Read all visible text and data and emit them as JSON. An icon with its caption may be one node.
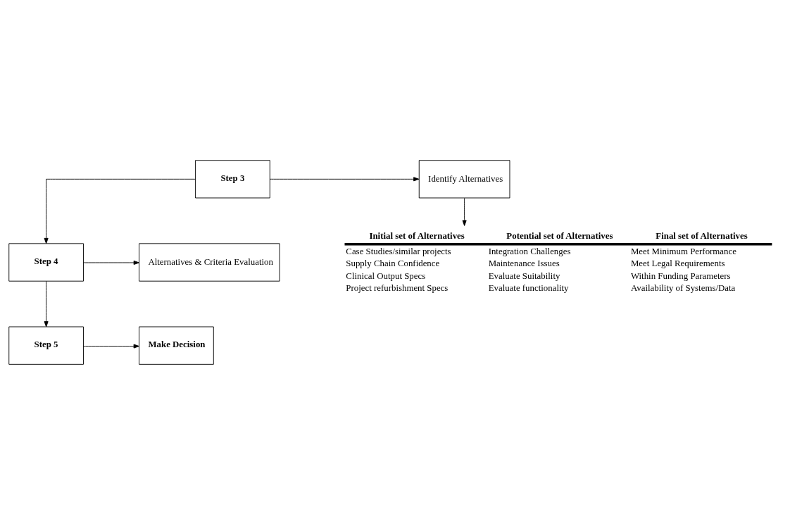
{
  "diagram": {
    "nodes": [
      {
        "text": [
          "Step 3"
        ]
      },
      {
        "text": [
          "Identify Alternatives"
        ]
      },
      {
        "text": [
          "Initial set of Alternatives",
          "Potential set of Alternatives",
          "Final set of Alternatives",
          "Case Studies/similar projects",
          "Integration Challenges",
          "Meet Minimum Performance",
          "Supply Chain Confidence",
          "Maintenance Issues",
          "Meet Legal Requirements",
          "Clinical Output Specs",
          "Evaluate Suitability",
          "Within Funding Parameters",
          "Project refurbishment Specs",
          "Evaluate functionality",
          "Availability of Systems/Data"
        ]
      },
      {
        "text": [
          "Step 4"
        ]
      },
      {
        "text": [
          "Alternatives & Criteria Evaluation"
        ]
      },
      {
        "text": [
          "Step 5"
        ]
      },
      {
        "text": [
          "Make Decision"
        ]
      }
    ],
    "edges": [
      {
        "from": 0,
        "to": 1,
        "arrow": "to"
      },
      {
        "from": 1,
        "to": 2,
        "arrow": "to"
      },
      {
        "from": 0,
        "to": 3,
        "arrow": "to"
      },
      {
        "from": 3,
        "to": 4,
        "arrow": "to"
      },
      {
        "from": 3,
        "to": 5,
        "arrow": "to"
      },
      {
        "from": 5,
        "to": 6,
        "arrow": "to"
      }
    ]
  }
}
